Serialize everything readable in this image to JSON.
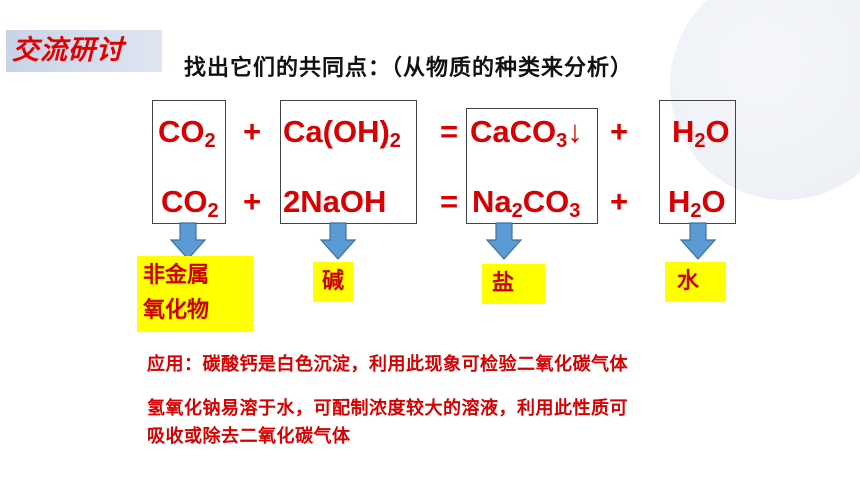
{
  "slide": {
    "tag": "交流研讨",
    "heading": "找出它们的共同点：（从物质的种类来分析）"
  },
  "equations": {
    "row1": {
      "t1": "CO",
      "t1_sub": "2",
      "plus1": "+",
      "t2": "Ca(OH)",
      "t2_sub": "2",
      "eq": "=",
      "t3": "CaCO",
      "t3_sub": "3",
      "t3_suffix": "↓",
      "plus2": "+",
      "t4a": "H",
      "t4_sub": "2",
      "t4b": "O"
    },
    "row2": {
      "t1": "CO",
      "t1_sub": "2",
      "plus1": "+",
      "t2": "2NaOH",
      "eq": "=",
      "t3a": "Na",
      "t3_sub1": "2",
      "t3b": "CO",
      "t3_sub2": "3",
      "plus2": "+",
      "t4a": "H",
      "t4_sub": "2",
      "t4b": "O"
    }
  },
  "labels": {
    "nonmetal_oxide_line1": "非金属",
    "nonmetal_oxide_line2": "氧化物",
    "base": "碱",
    "salt": "盐",
    "water": "水"
  },
  "notes": {
    "line1": "应用：碳酸钙是白色沉淀，利用此现象可检验二氧化碳气体",
    "line2": "氢氧化钠易溶于水，可配制浓度较大的溶液，利用此性质可",
    "line3": "吸收或除去二氧化碳气体"
  },
  "colors": {
    "accent_red": "#d80000",
    "highlight_yellow": "#ffff00",
    "arrow_blue": "#5b9bd5"
  }
}
